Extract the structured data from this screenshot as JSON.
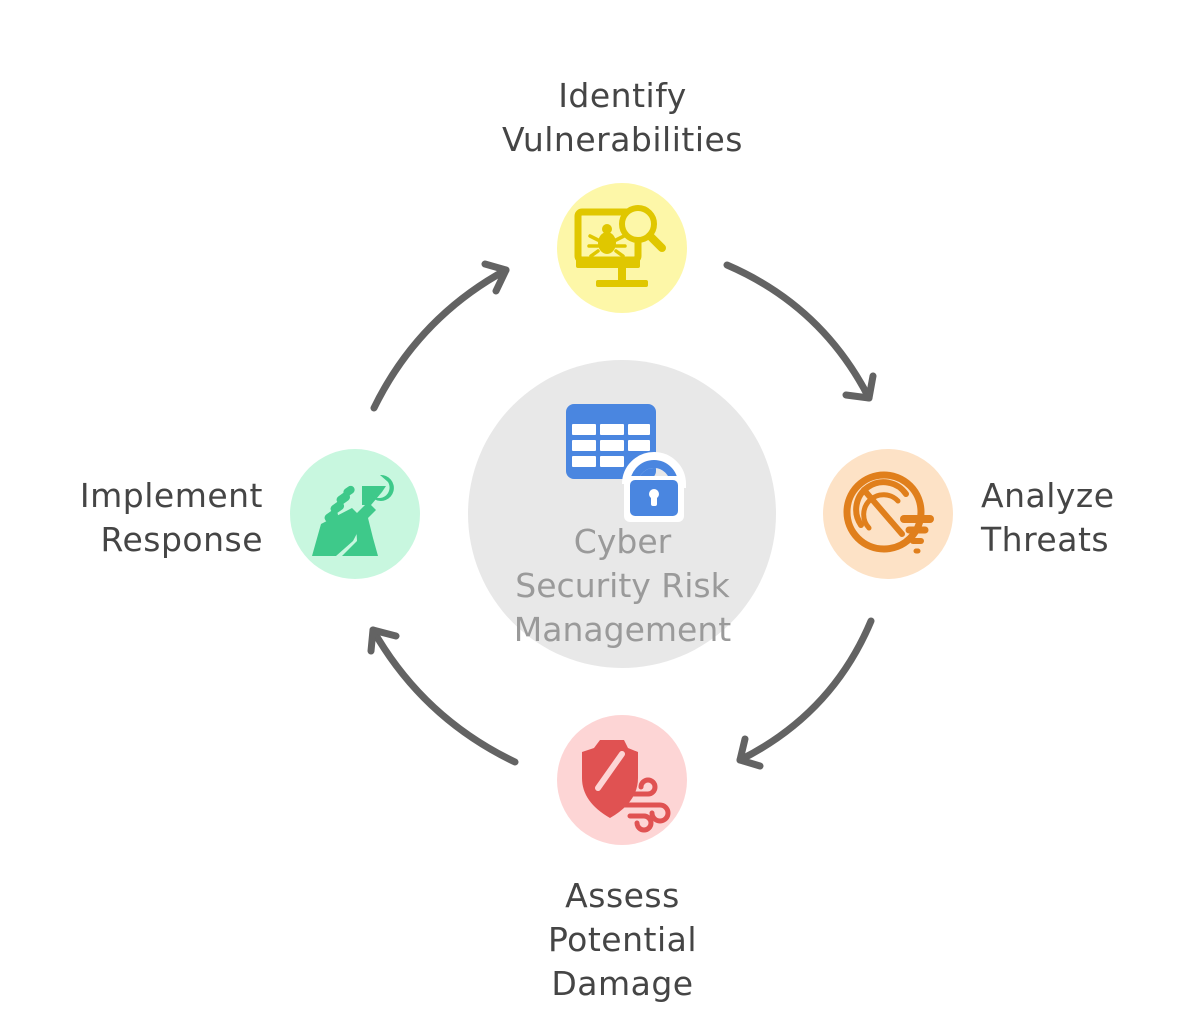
{
  "center": {
    "lines": [
      "Cyber",
      "Security Risk",
      "Management"
    ],
    "icon": "spreadsheet-lock-icon",
    "fill": "#e8e8e8",
    "icon_color": "#4a86e0",
    "text_color": "#9a9a9a"
  },
  "steps": [
    {
      "id": "identify",
      "lines": [
        "Identify",
        "Vulnerabilities"
      ],
      "icon": "computer-bug-search-icon",
      "fill": "#fdf7a8",
      "icon_color": "#e0c700"
    },
    {
      "id": "analyze",
      "lines": [
        "Analyze",
        "Threats"
      ],
      "icon": "radar-filter-icon",
      "fill": "#fde2c6",
      "icon_color": "#e07f1c"
    },
    {
      "id": "assess",
      "lines": [
        "Assess",
        "Potential",
        "Damage"
      ],
      "icon": "shield-wind-icon",
      "fill": "#fdd5d5",
      "icon_color": "#e05252"
    },
    {
      "id": "implement",
      "lines": [
        "Implement",
        "Response"
      ],
      "icon": "hand-wrench-icon",
      "fill": "#c8f7df",
      "icon_color": "#3ec98a"
    }
  ],
  "arrow_color": "#636363",
  "text_color": "#454545"
}
